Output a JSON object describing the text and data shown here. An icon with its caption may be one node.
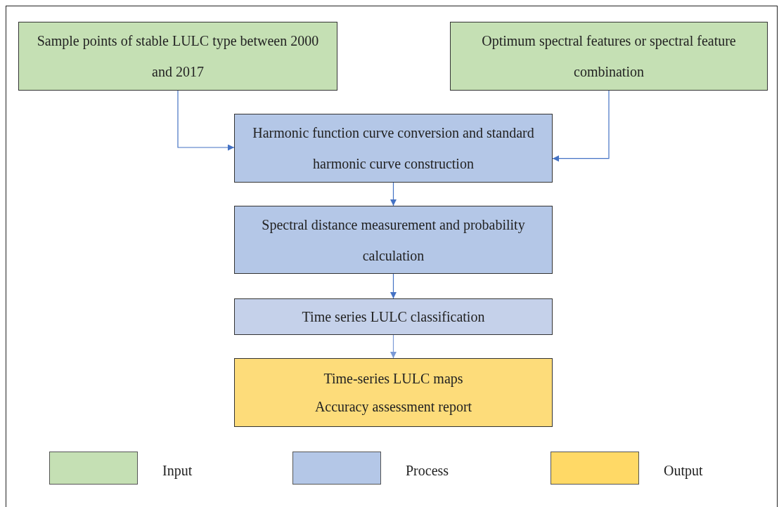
{
  "diagram": {
    "nodes": [
      {
        "text": [
          "Sample points of stable LULC type between 2000 and 2017"
        ]
      },
      {
        "text": [
          "Optimum spectral features or spectral feature combination"
        ]
      },
      {
        "text": [
          "Harmonic function curve conversion and standard harmonic curve construction"
        ]
      },
      {
        "text": [
          "Spectral distance measurement and probability calculation"
        ]
      },
      {
        "text": [
          "Time series LULC classification"
        ]
      },
      {
        "text": [
          "Time-series LULC maps",
          "Accuracy assessment report"
        ]
      }
    ],
    "edges": [
      {
        "from": 0,
        "to": 2,
        "arrow": "to"
      },
      {
        "from": 1,
        "to": 2,
        "arrow": "to"
      },
      {
        "from": 2,
        "to": 3,
        "arrow": "to"
      },
      {
        "from": 3,
        "to": 4,
        "arrow": "to"
      },
      {
        "from": 4,
        "to": 5,
        "arrow": "to",
        "color": "#7b9ad6"
      }
    ],
    "legend": [
      {
        "text": "Input",
        "color": "#c5e0b4"
      },
      {
        "text": "Process",
        "color": "#b4c7e7"
      },
      {
        "text": "Output",
        "color": "#ffd966"
      }
    ]
  }
}
